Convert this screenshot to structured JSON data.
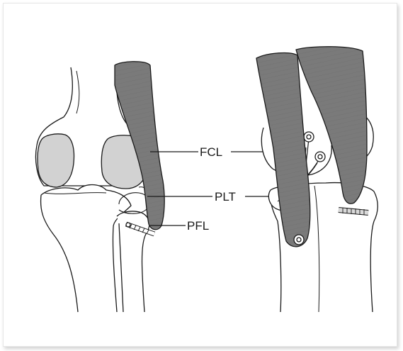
{
  "labels": {
    "fcl": "FCL",
    "plt": "PLT",
    "pfl": "PFL"
  },
  "colors": {
    "muscle": "#7a7a7a",
    "cartilage": "#d2d2d2",
    "outline": "#1a1a1a"
  }
}
